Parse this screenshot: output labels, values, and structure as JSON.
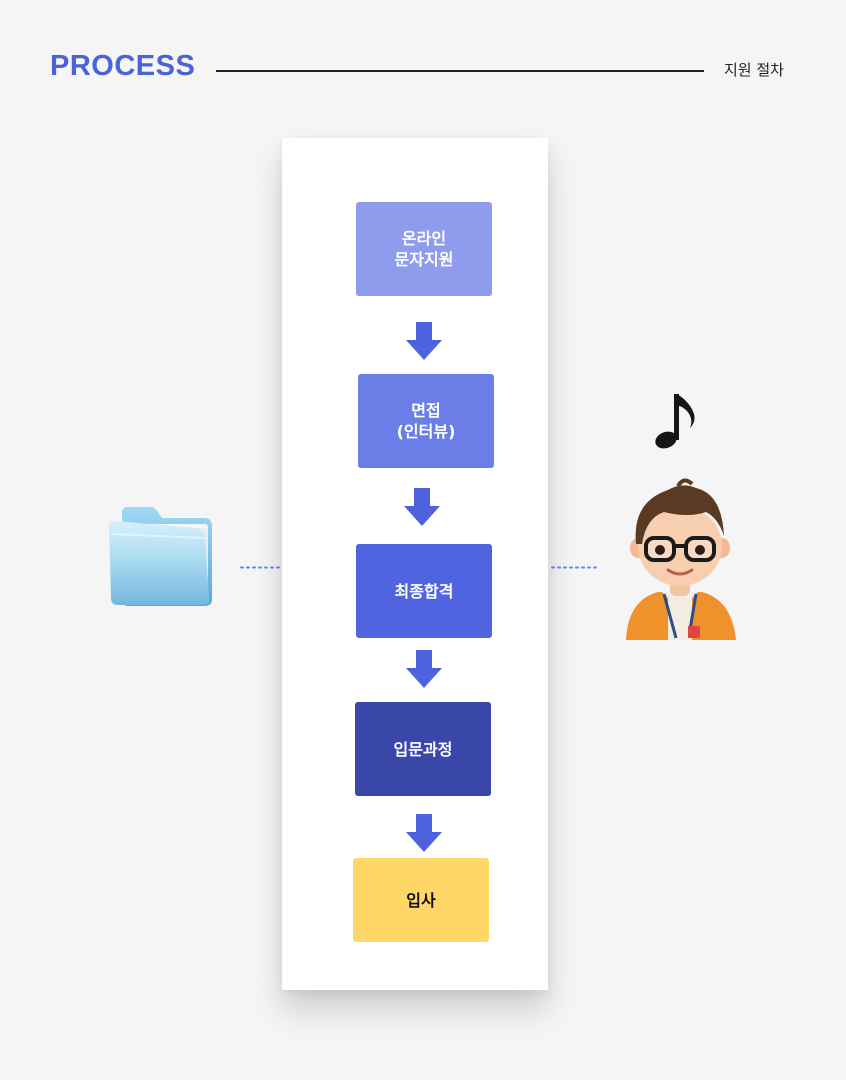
{
  "header": {
    "title": "PROCESS",
    "subtitle": "지원 절차"
  },
  "steps": [
    {
      "label": "온라인\n문자지원",
      "color": "#8f9cee",
      "text_color": "#ffffff"
    },
    {
      "label": "면접\n(인터뷰)",
      "color": "#6b7de6",
      "text_color": "#ffffff"
    },
    {
      "label": "최종합격",
      "color": "#5064e0",
      "text_color": "#ffffff"
    },
    {
      "label": "입문과정",
      "color": "#3847a8",
      "text_color": "#ffffff"
    },
    {
      "label": "입사",
      "color": "#ffd766",
      "text_color": "#111111"
    }
  ],
  "colors": {
    "accent": "#4a63d8",
    "arrow": "#4f62de",
    "dots": "#5b8cf0"
  },
  "icons": {
    "left": "folder-icon",
    "right_top": "music-note-icon",
    "right": "avatar-icon"
  }
}
